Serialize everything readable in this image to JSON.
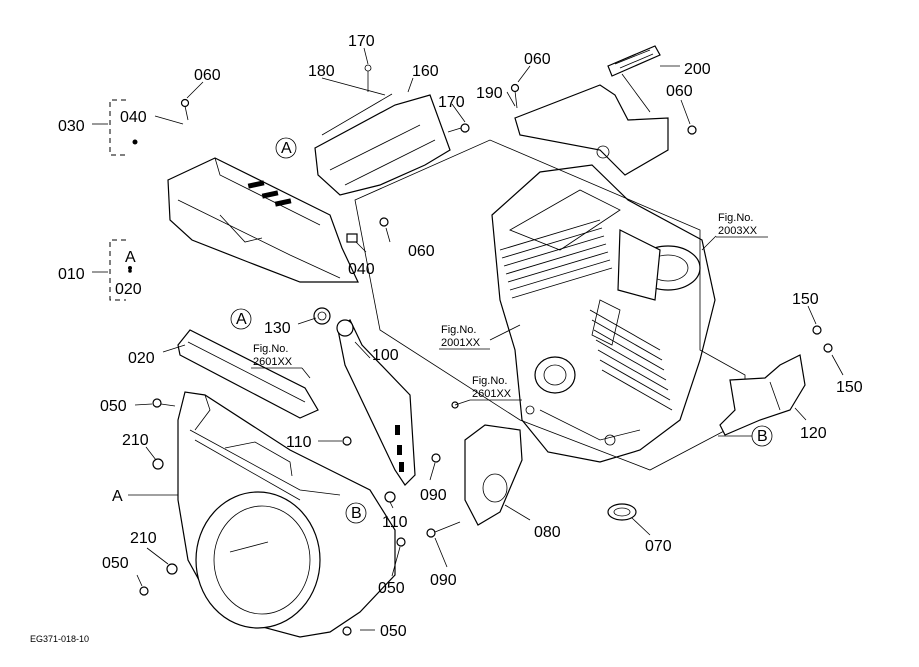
{
  "part_labels": {
    "p170_top": "170",
    "p180": "180",
    "p160": "160",
    "p170_right": "170",
    "p060_top_left": "060",
    "p040_top": "040",
    "p030": "030",
    "pA_top_letter": "A",
    "p060_mid": "060",
    "p040_mid": "040",
    "p010": "010",
    "pA_mid_letter": "A",
    "p020_mid": "020",
    "p060_top_center": "060",
    "p190": "190",
    "p200": "200",
    "p060_top_right": "060",
    "p130": "130",
    "p020_left": "020",
    "pA_left_letter": "A",
    "p100": "100",
    "p050_left": "050",
    "p210_left": "210",
    "p110_upper": "110",
    "pA_arrow": "A",
    "p090_upper": "090",
    "p110_lower": "110",
    "pB_left_letter": "B",
    "p210_lower": "210",
    "p050_lower_left": "050",
    "p050_lower_mid": "050",
    "p090_lower": "090",
    "p080": "080",
    "p070": "070",
    "p050_bottom": "050",
    "p150_upper": "150",
    "p150_lower": "150",
    "p120": "120",
    "pB_right_letter": "B"
  },
  "figure_refs": {
    "fig_2003": {
      "prefix": "Fig.No.",
      "number": "2003XX"
    },
    "fig_2001": {
      "prefix": "Fig.No.",
      "number": "2001XX"
    },
    "fig_2601_a": {
      "prefix": "Fig.No.",
      "number": "2601XX"
    },
    "fig_2601_b": {
      "prefix": "Fig.No.",
      "number": "2601XX"
    }
  },
  "drawing_code": "EG371-018-10"
}
